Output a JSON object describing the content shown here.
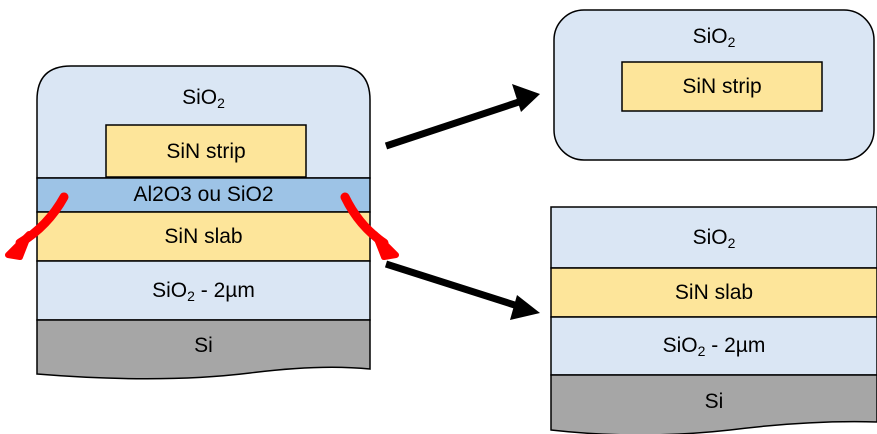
{
  "colors": {
    "oxide": "#dae6f4",
    "nitride": "#fde59a",
    "interlayer": "#9dc3e6",
    "silicon": "#a6a6a6",
    "outline": "#000000",
    "arrow": "#000000",
    "release_arrow": "#ff0000"
  },
  "left_stack": {
    "cladding": {
      "base": "SiO",
      "sub": "2"
    },
    "strip": "SiN strip",
    "interlayer": "Al2O3 ou SiO2",
    "slab": "SiN slab",
    "box": {
      "base": "SiO",
      "sub": "2",
      "suffix": " - 2µm"
    },
    "substrate": "Si"
  },
  "top_right": {
    "cladding": {
      "base": "SiO",
      "sub": "2"
    },
    "strip": "SiN strip"
  },
  "bottom_right": {
    "cladding": {
      "base": "SiO",
      "sub": "2"
    },
    "slab": "SiN slab",
    "box": {
      "base": "SiO",
      "sub": "2",
      "suffix": " - 2µm"
    },
    "substrate": "Si"
  },
  "icons": {
    "to_strip": "arrow-right-up-icon",
    "to_slab": "arrow-right-down-icon",
    "release_left": "curved-arrow-left-icon",
    "release_right": "curved-arrow-right-icon"
  }
}
